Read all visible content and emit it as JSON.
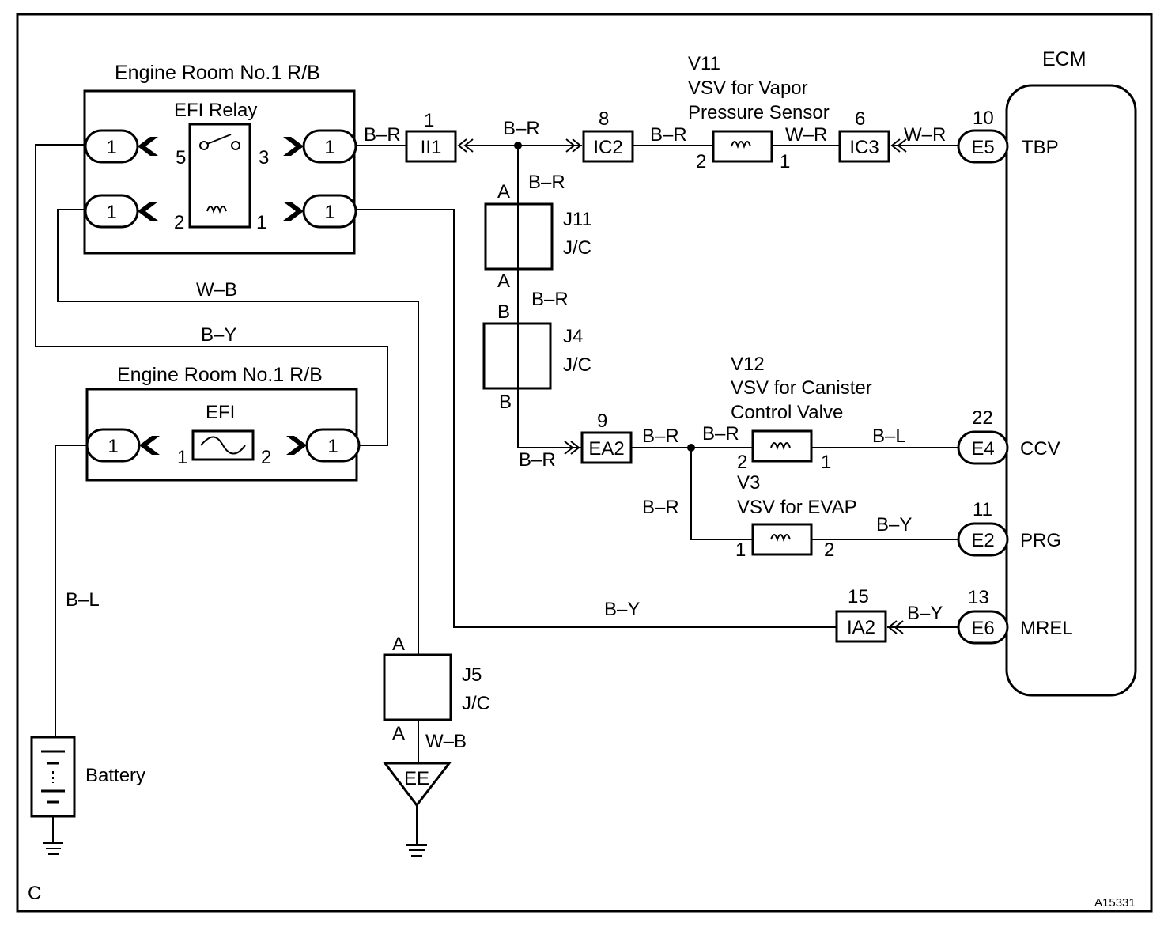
{
  "figure_code": "A15331",
  "page_letter": "C",
  "relay_block": {
    "title": "Engine Room No.1 R/B",
    "relay_label": "EFI Relay",
    "pins": [
      "1",
      "1",
      "1",
      "1"
    ],
    "relay_pins": {
      "p5": "5",
      "p3": "3",
      "p2": "2",
      "p1": "1"
    }
  },
  "fuse_block": {
    "title": "Engine Room No.1 R/B",
    "fuse_label": "EFI",
    "pins": [
      "1",
      "1"
    ],
    "fuse_pins": {
      "p1": "1",
      "p2": "2"
    }
  },
  "wire_colors": {
    "wb": "W–B",
    "by": "B–Y",
    "br": "B–R",
    "bl": "B–L",
    "wr": "W–R"
  },
  "connectors": {
    "ii1": {
      "label": "II1",
      "pin": "1"
    },
    "ic2": {
      "label": "IC2",
      "pin": "8"
    },
    "ic3": {
      "label": "IC3",
      "pin": "6"
    },
    "ea2": {
      "label": "EA2",
      "pin": "9"
    },
    "ia2": {
      "label": "IA2",
      "pin": "15"
    }
  },
  "junctions": {
    "j11": {
      "name": "J11",
      "type": "J/C",
      "pin_top": "A",
      "pin_bottom": "A"
    },
    "j4": {
      "name": "J4",
      "type": "J/C",
      "pin_top": "B",
      "pin_bottom": "B"
    },
    "j5": {
      "name": "J5",
      "type": "J/C",
      "pin_top": "A",
      "pin_bottom": "A"
    }
  },
  "vsvs": {
    "v11": {
      "code": "V11",
      "line1": "VSV for Vapor",
      "line2": "Pressure Sensor",
      "pin_a": "2",
      "pin_b": "1"
    },
    "v12": {
      "code": "V12",
      "line1": "VSV for Canister",
      "line2": "Control Valve",
      "pin_a": "2",
      "pin_b": "1"
    },
    "v3": {
      "code": "V3",
      "line1": "VSV for EVAP",
      "pin_a": "1",
      "pin_b": "2"
    }
  },
  "ecm": {
    "title": "ECM",
    "terminals": [
      {
        "pin": "10",
        "connector": "E5",
        "signal": "TBP"
      },
      {
        "pin": "22",
        "connector": "E4",
        "signal": "CCV"
      },
      {
        "pin": "11",
        "connector": "E2",
        "signal": "PRG"
      },
      {
        "pin": "13",
        "connector": "E6",
        "signal": "MREL"
      }
    ]
  },
  "battery": {
    "label": "Battery"
  },
  "ground": {
    "label": "EE"
  }
}
